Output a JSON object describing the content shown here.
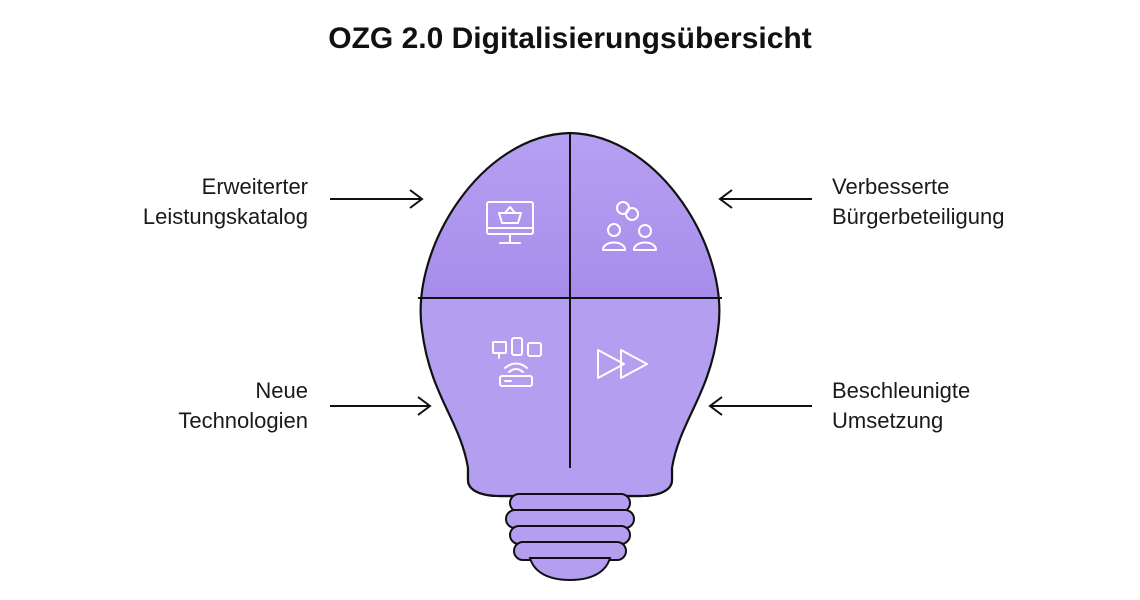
{
  "title": "OZG 2.0 Digitalisierungsübersicht",
  "quadrants": [
    {
      "id": "top-left",
      "label_lines": [
        "Erweiterter",
        "Leistungskatalog"
      ],
      "icon": "monitor-basket-icon"
    },
    {
      "id": "top-right",
      "label_lines": [
        "Verbesserte",
        "Bürgerbeteiligung"
      ],
      "icon": "people-link-icon"
    },
    {
      "id": "bottom-left",
      "label_lines": [
        "Neue",
        "Technologien"
      ],
      "icon": "devices-router-icon"
    },
    {
      "id": "bottom-right",
      "label_lines": [
        "Beschleunigte",
        "Umsetzung"
      ],
      "icon": "fast-forward-icon"
    }
  ],
  "colors": {
    "bulb_fill": "#b39df0",
    "bulb_fill_top": "#ad92ee",
    "bulb_stroke": "#111111",
    "icon_stroke": "#ffffff",
    "text": "#1a1a1a"
  }
}
